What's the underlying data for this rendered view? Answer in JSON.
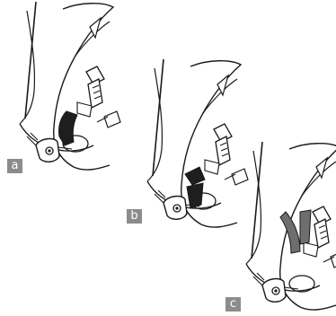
{
  "figure": {
    "panels": [
      {
        "label": "a",
        "strap": "black-strap-in-lower-loop"
      },
      {
        "label": "b",
        "strap": "black-strap-folded-over-loop"
      },
      {
        "label": "c",
        "strap": "grey-strap-pulled-up-through-buckle"
      }
    ],
    "colors": {
      "line": "#1a1a1a",
      "strap_black": "#1e1e1e",
      "strap_grey": "#6e6e6e",
      "label_bg": "#8c8c8c",
      "label_text": "#ffffff"
    }
  }
}
